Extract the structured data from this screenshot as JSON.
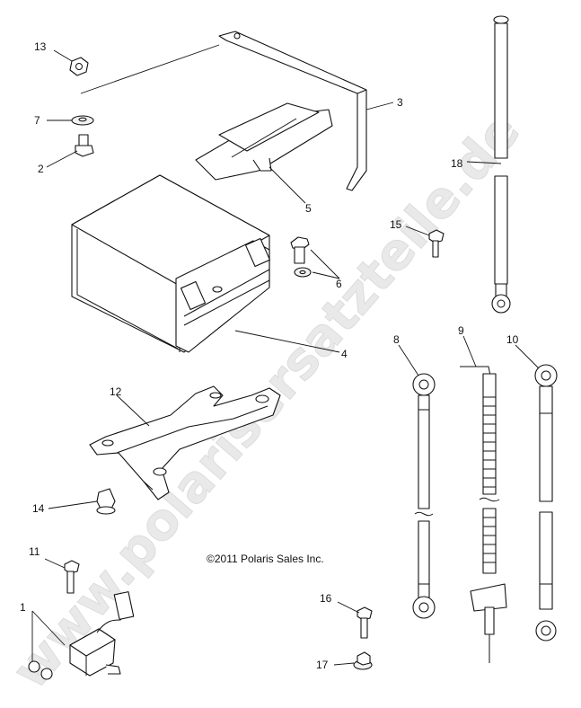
{
  "watermark": "www.polarisersatzteile.de",
  "copyright": "©2011 Polaris Sales Inc.",
  "callouts": [
    "1",
    "2",
    "3",
    "4",
    "5",
    "6",
    "7",
    "8",
    "9",
    "10",
    "11",
    "12",
    "13",
    "14",
    "15",
    "16",
    "17",
    "18"
  ]
}
